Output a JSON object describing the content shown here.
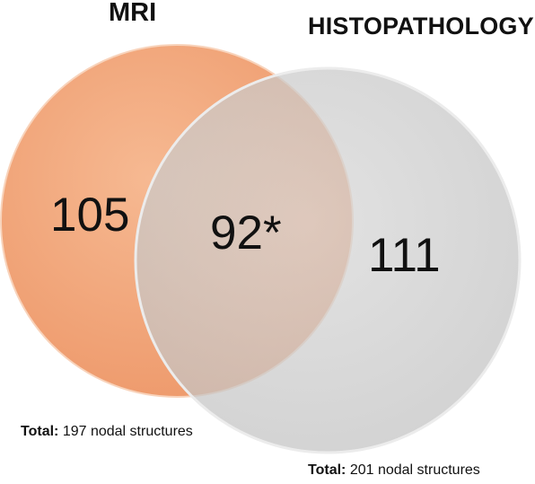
{
  "venn": {
    "sets": [
      {
        "label": "MRI",
        "only_count": "105",
        "color": "#f3a67a"
      },
      {
        "label": "HISTOPATHOLOGY",
        "only_count": "111",
        "color": "#c9c9c9"
      }
    ],
    "intersection": {
      "count": "92*",
      "color": "#d09779"
    },
    "totals": [
      {
        "prefix": "Total:",
        "text": "197 nodal structures"
      },
      {
        "prefix": "Total:",
        "text": "201 nodal structures"
      }
    ]
  }
}
